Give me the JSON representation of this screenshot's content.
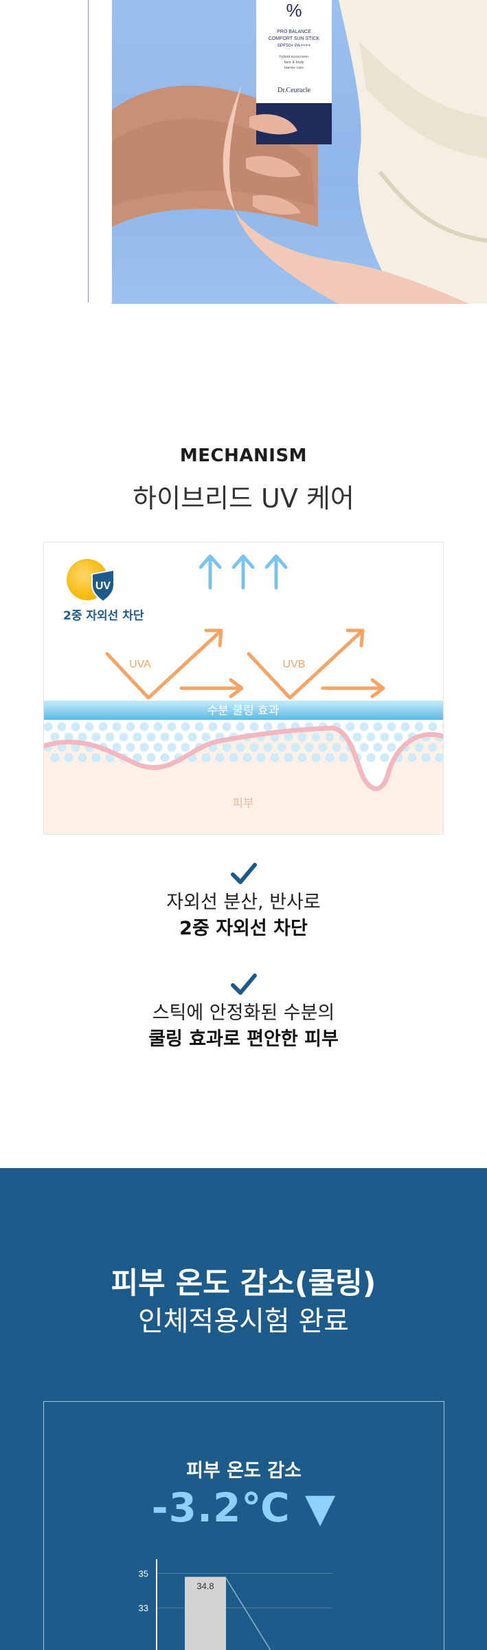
{
  "hero": {
    "product": {
      "brand": "Dr.Ceuracle",
      "symbol": "%",
      "name_lines": [
        "PRO BALANCE",
        "COMFORT SUN STICK",
        "SPF50+ PA++++"
      ],
      "desc_lines": [
        "hybrid sunscreen",
        "face & body",
        "barrier care"
      ]
    }
  },
  "mechanism": {
    "eyebrow": "MECHANISM",
    "title": "하이브리드 UV 케어",
    "diagram": {
      "badge_label": "2중 자외선 차단",
      "badge_icon_text": "UV",
      "uva_label": "UVA",
      "uvb_label": "UVB",
      "water_layer_label": "수분 쿨링 효과",
      "skin_label": "피부",
      "colors": {
        "arrow": "#f4a465",
        "up_arrow": "#7cc3ec",
        "skin_line": "#f3b7c0",
        "skin": "#fdf0e6",
        "badge": "#1e5b8c"
      }
    },
    "points": [
      {
        "line1": "자외선 분산, 반사로",
        "line2": "2중 자외선 차단"
      },
      {
        "line1": "스틱에 안정화된 수분의",
        "line2": "쿨링 효과로 편안한 피부"
      }
    ]
  },
  "cooling": {
    "title_line1": "피부 온도 감소(쿨링)",
    "title_line2": "인체적용시험 완료",
    "result_label": "피부 온도 감소",
    "result_value": "-3.2℃ ▼",
    "colors": {
      "background": "#1d5b8a",
      "value": "#8ed0ff",
      "bar": "#d3d3d3"
    }
  },
  "chart_data": {
    "type": "bar",
    "categories": [
      ""
    ],
    "values": [
      34.8
    ],
    "data_labels": [
      "34.8"
    ],
    "y_ticks": [
      "35",
      "33"
    ],
    "ylim": [
      29,
      35.5
    ],
    "title": "",
    "xlabel": "",
    "ylabel": ""
  }
}
